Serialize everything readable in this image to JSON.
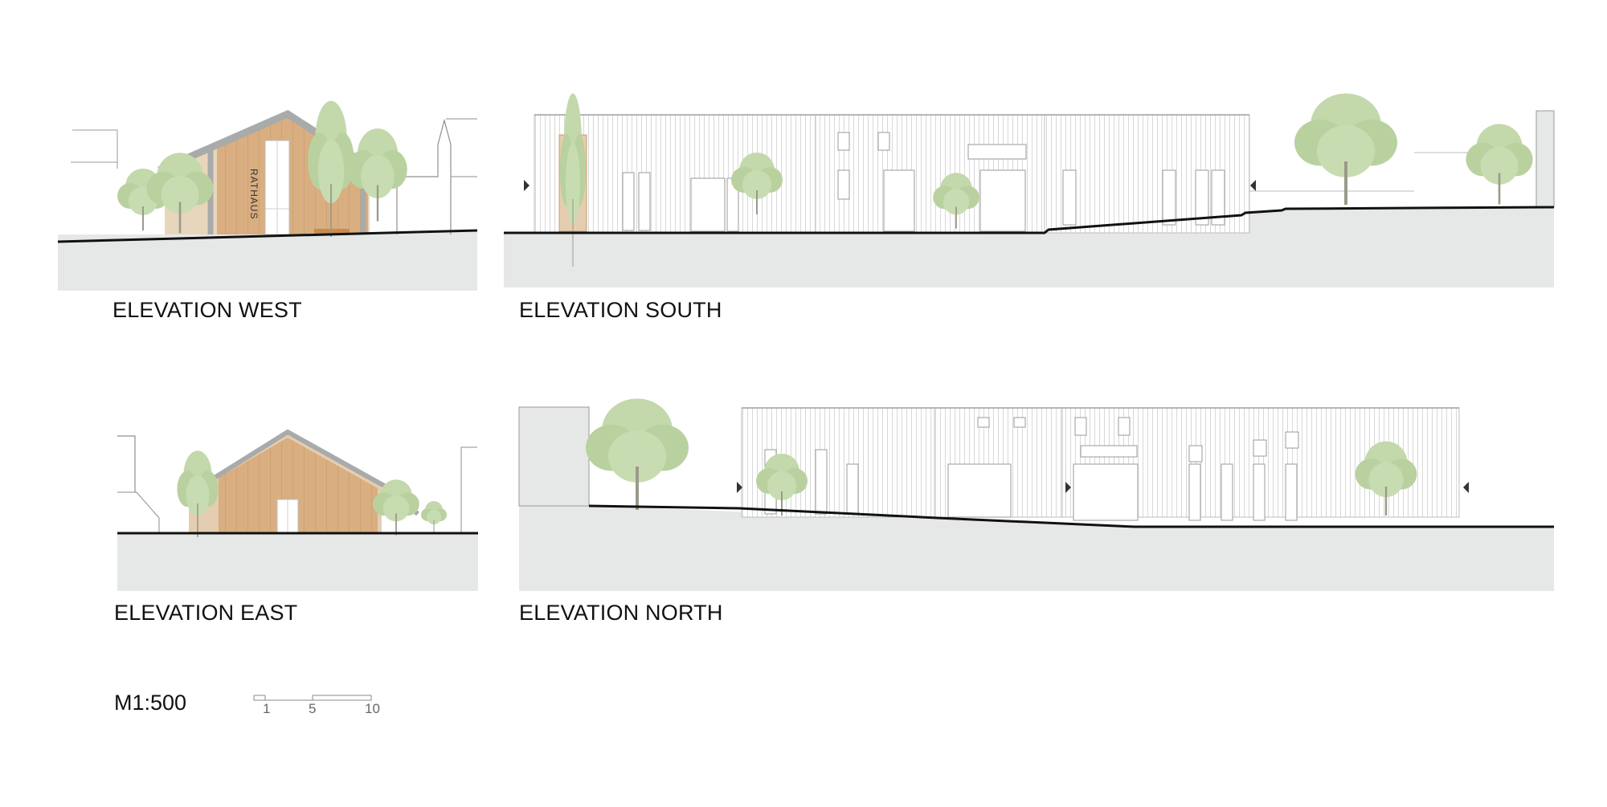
{
  "elevations": {
    "west": {
      "title": "ELEVATION WEST",
      "sign_text": "RATHAUS"
    },
    "south": {
      "title": "ELEVATION SOUTH"
    },
    "east": {
      "title": "ELEVATION EAST"
    },
    "north": {
      "title": "ELEVATION NORTH"
    }
  },
  "scale": {
    "label": "M1:500",
    "ticks": [
      "1",
      "5",
      "10"
    ]
  },
  "colors": {
    "ground": "#e6e8e7",
    "ground_line": "#111111",
    "timber": "#d7ad7e",
    "timber_light": "#e4cdb0",
    "roof_edge": "#a9aaaa",
    "foliage": "#bcd3a3",
    "foliage_dark": "#9fbf84",
    "facade_line": "#bdbdbd"
  }
}
